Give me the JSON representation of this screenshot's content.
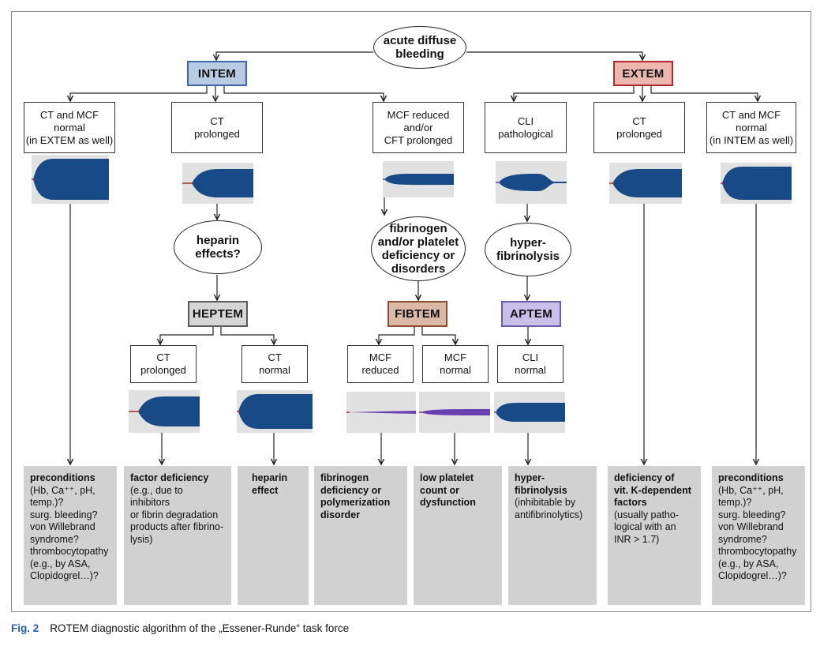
{
  "start": {
    "line1": "acute diffuse",
    "line2": "bleeding"
  },
  "tests": {
    "intem": "INTEM",
    "extem": "EXTEM",
    "heptem": "HEPTEM",
    "fibtem": "FIBTEM",
    "aptem": "APTEM"
  },
  "conditions": {
    "c1": "CT and MCF\nnormal\n(in EXTEM as well)",
    "c2": "CT\nprolonged",
    "c3": "MCF reduced\nand/or\nCFT prolonged",
    "c4": "CLI\npathological",
    "c5": "CT\nprolonged",
    "c6": "CT and MCF\nnormal\n(in INTEM as well)",
    "h1": "CT\nprolonged",
    "h2": "CT\nnormal",
    "f1": "MCF\nreduced",
    "f2": "MCF\nnormal",
    "a1": "CLI\nnormal"
  },
  "questions": {
    "heparin": "heparin\neffects?",
    "fib": "fibrinogen\nand/or platelet\ndeficiency or\ndisorders",
    "hyper": "hyper-\nfibrinolysis"
  },
  "results": {
    "r1": {
      "title": "preconditions",
      "lines": [
        "(Hb, Ca⁺⁺, pH,",
        "temp.)?",
        "surg. bleeding?",
        "von Willebrand",
        "syndrome?",
        "thrombocytopathy",
        "(e.g., by ASA,",
        "Clopidogrel…)?"
      ]
    },
    "r2": {
      "title": "factor deficiency",
      "lines": [
        "(e.g., due to inhibitors",
        "or fibrin degradation",
        "products after fibrino-",
        "lysis)"
      ]
    },
    "r3": {
      "title": "heparin\neffect"
    },
    "r4": {
      "title": "fibrinogen\ndeficiency or\npolymerization\ndisorder"
    },
    "r5": {
      "title": "low platelet\ncount or\ndysfunction"
    },
    "r6": {
      "title": "hyper-\nfibrinolysis",
      "lines": [
        "(inhibitable by",
        "antifibrinolytics)"
      ]
    },
    "r7": {
      "title": "deficiency of\nvit. K-dependent\nfactors",
      "lines": [
        "(usually patho-",
        "logical with an",
        "INR > 1.7)"
      ]
    },
    "r8": {
      "title": "preconditions",
      "lines": [
        "(Hb, Ca⁺⁺, pH,",
        "temp.)?",
        "surg. bleeding?",
        "von Willebrand",
        "syndrome?",
        "thrombocytopathy",
        "(e.g., by ASA,",
        "Clopidogrel…)?"
      ]
    }
  },
  "colors": {
    "trace": "#174a86",
    "start": "#a12a2a",
    "lysis": "#6a3fb0"
  },
  "caption": {
    "label": "Fig. 2",
    "text": "ROTEM diagnostic algorithm of the „Essener-Runde“ task force"
  }
}
